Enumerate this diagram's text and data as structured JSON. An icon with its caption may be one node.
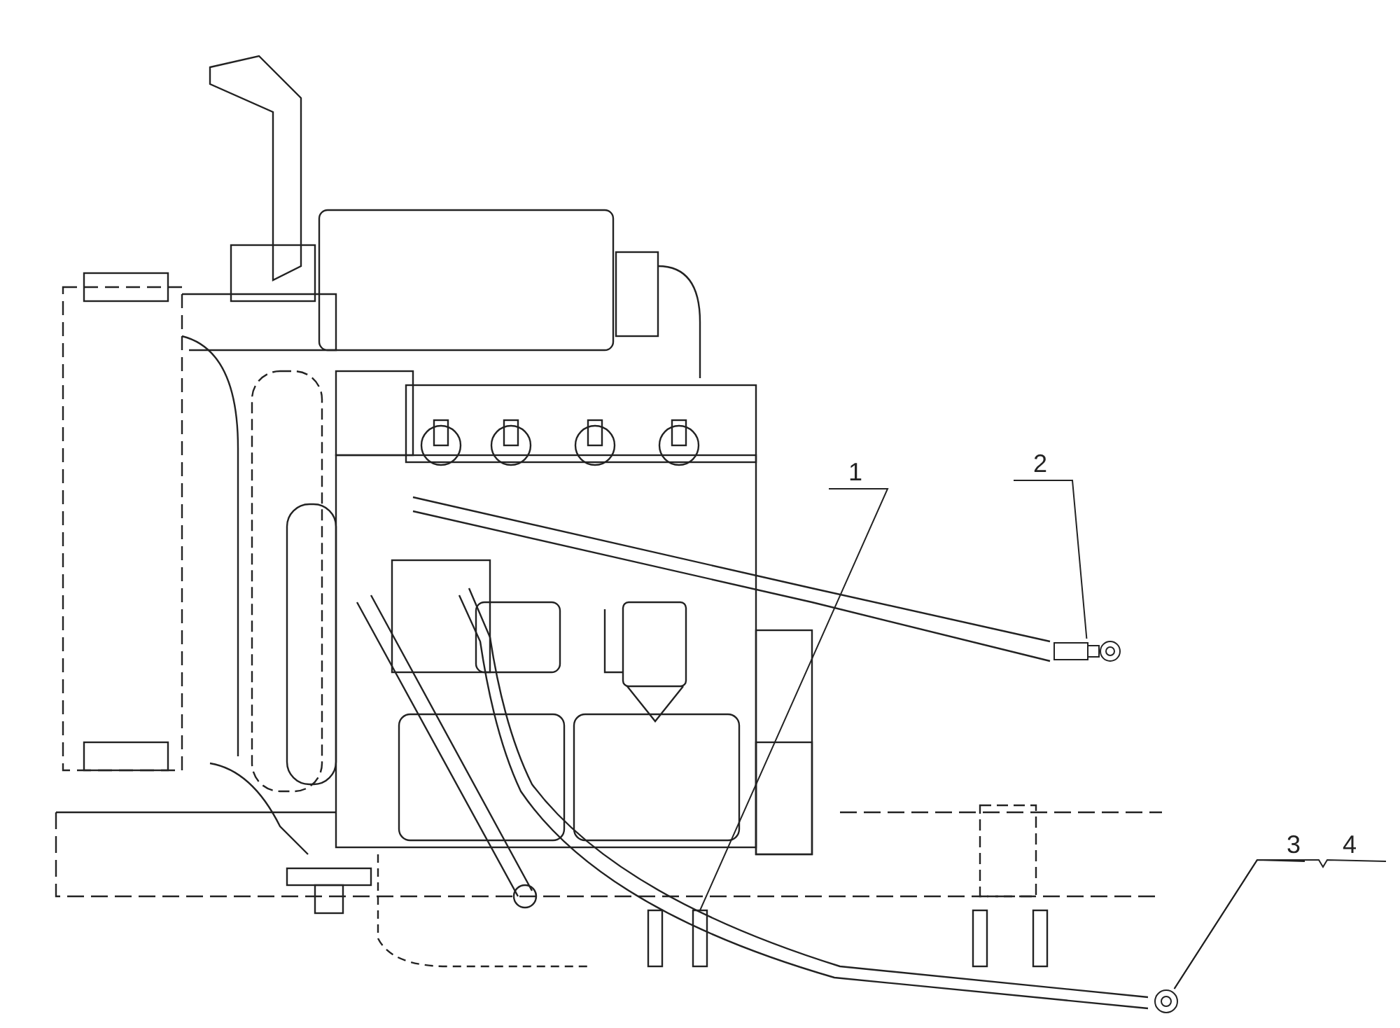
{
  "diagram": {
    "nodes": [
      {
        "text": [
          "1"
        ]
      },
      {
        "text": [
          "2"
        ]
      },
      {
        "text": [
          "3"
        ]
      },
      {
        "text": [
          "4"
        ]
      },
      {
        "text": [],
        "shape": "picture"
      },
      {
        "text": [],
        "shape": "picture"
      }
    ],
    "edges": [
      {
        "from": 0,
        "to": null,
        "arrow": "none"
      },
      {
        "from": 1,
        "to": 4,
        "arrow": "none"
      },
      {
        "from": 2,
        "to": 5,
        "arrow": "none"
      },
      {
        "from": 3,
        "to": 5,
        "arrow": "none"
      }
    ]
  }
}
